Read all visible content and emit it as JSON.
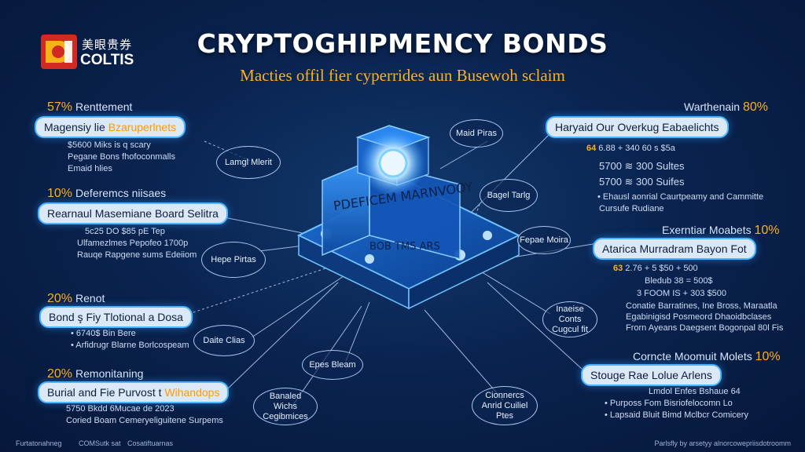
{
  "logo": {
    "cjk": "美眼贵券",
    "name": "COLTIS"
  },
  "title": "CRYPTOGHIPMENCY BONDS",
  "subtitle": "Macties offil fier cyperrides aun Busewoh sclaim",
  "left_panels": [
    {
      "pct": "57%",
      "pct_label": "Renttement",
      "pill": "Magensiy lie ",
      "pill_hl": "Bzaruperlnets",
      "lines": [
        "$5600 Miks is q scary",
        "Pegane Bons fhofoconmalls",
        "Emaid hlies"
      ]
    },
    {
      "pct": "10%",
      "pct_label": "Deferemcs niisaes",
      "pill": "Rearnaul Masemiane Board Selitra",
      "pill_hl": "",
      "lines": [
        "5c25 DO $85 pE Tep",
        "Ulfamezlmes Pepofeo 1700p",
        "Rauqe Rapgene sums Edeiiom"
      ]
    },
    {
      "pct": "20%",
      "pct_label": "Renot",
      "pill": "Bond ş Fiy  Tlotional a Dosa",
      "pill_hl": "",
      "lines": [
        "• 6740$ Bin Bere",
        "• Arfidrugr Blarne Borlcospeam"
      ]
    },
    {
      "pct": "20%",
      "pct_label": "Remonitaning",
      "pill": "Burial and Fie Purvost t ",
      "pill_hl": "Wihandops",
      "lines": [
        "5750 Bkdd 6Mucae de 2023",
        "Coried Boam Cemeryeliguitene Surpems"
      ]
    }
  ],
  "right_panels": [
    {
      "pct": "80%",
      "pct_label": "Warthenain",
      "pill": "Haryaid Our Overkug Eabaelichts",
      "pill_hl": "",
      "lines": [
        "64 6.88 + 340 60 s  $5a",
        "5700 ≋ 300 Sultes",
        "5700 ≋ 300 Suifes",
        "• Ehausl aonrial Caurtpeamy and Cammitte",
        "Cursufe Rudiane"
      ]
    },
    {
      "pct": "10%",
      "pct_label": "Exerntiar Moabets",
      "pill": "Atarica Murradram Bayon Fot",
      "pill_hl": "",
      "lines": [
        "63 2.76 + 5 $50 + 500",
        "Bledub 38 = 500$",
        "3 FOOM IS + 303 $500",
        "Conatie Barratines, Ine Bross, Maraatla",
        "Egabinigisd Posmeord Dhaoidbclases",
        "Frorn Ayeans Daegsent Bogonpal 80l Fis"
      ]
    },
    {
      "pct": "10%",
      "pct_label": "Corncte Moomuit Molets",
      "pill": "Stouge Rae Lolue Arlens",
      "pill_hl": "",
      "lines": [
        "Lmdol Enfes Bshaue 64",
        "• Purposs Fom Bisriofelocomn Lo",
        "• Lapsaid Bluit Bimd Mclbcr Comicery"
      ]
    }
  ],
  "ovals": [
    {
      "text": "Maid Piras"
    },
    {
      "text": "Lamgl Mlerit"
    },
    {
      "text": "Bagel Tarlg"
    },
    {
      "text": "Fepae Moira"
    },
    {
      "text": "Hepe Pirtas"
    },
    {
      "text": "Daite Clias"
    },
    {
      "text": "Inaeise Conts Cugcul fit"
    },
    {
      "text": "Epes Bleam"
    },
    {
      "text": "Banaled Wichs Cegibmices"
    },
    {
      "text": "Cionnercs Anrid Cuiliel Ptes"
    }
  ],
  "platform": {
    "front_text": "PDEFICEM MARNVOOY",
    "side_text": "BOB TMS ARS"
  },
  "footer": {
    "a": "Furtatonahneg",
    "b": "COMSutk sat",
    "c": "Cosatiftuarnas",
    "right": "Parlsfly by arsetyy alnorcowepriisdotroomm"
  },
  "colors": {
    "accent": "#ffb020",
    "pill_border": "#49b4ff",
    "background": "#0a2450"
  },
  "icons": [
    "logo-mark-icon",
    "glowing-orb-icon"
  ]
}
